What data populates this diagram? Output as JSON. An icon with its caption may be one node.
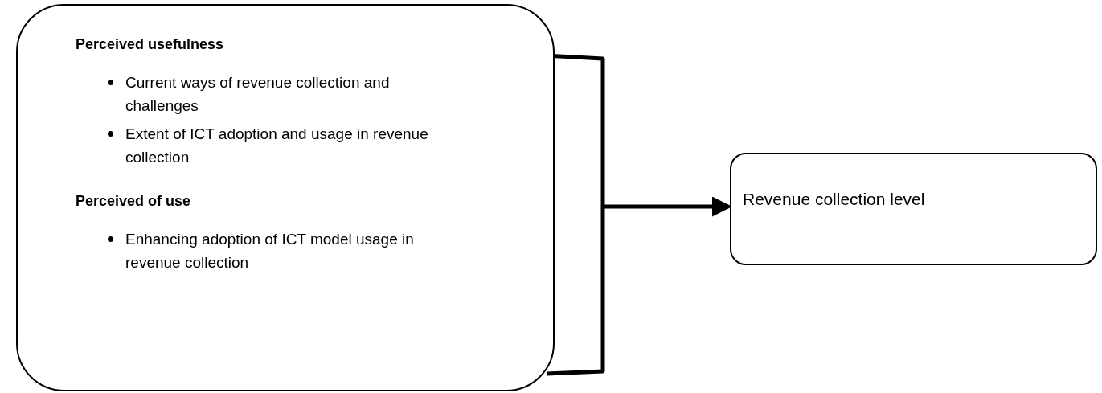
{
  "diagram": {
    "nodes": [
      {
        "text": [
          "Perceived usefulness",
          "Current ways of revenue collection and challenges",
          "Extent of ICT adoption and usage in revenue collection",
          "Perceived of use",
          "Enhancing adoption of ICT model usage in revenue collection"
        ]
      },
      {
        "text": [
          "Revenue collection level"
        ]
      }
    ],
    "edges": [
      {
        "from": 0,
        "to": 1,
        "arrow": "to"
      }
    ]
  }
}
